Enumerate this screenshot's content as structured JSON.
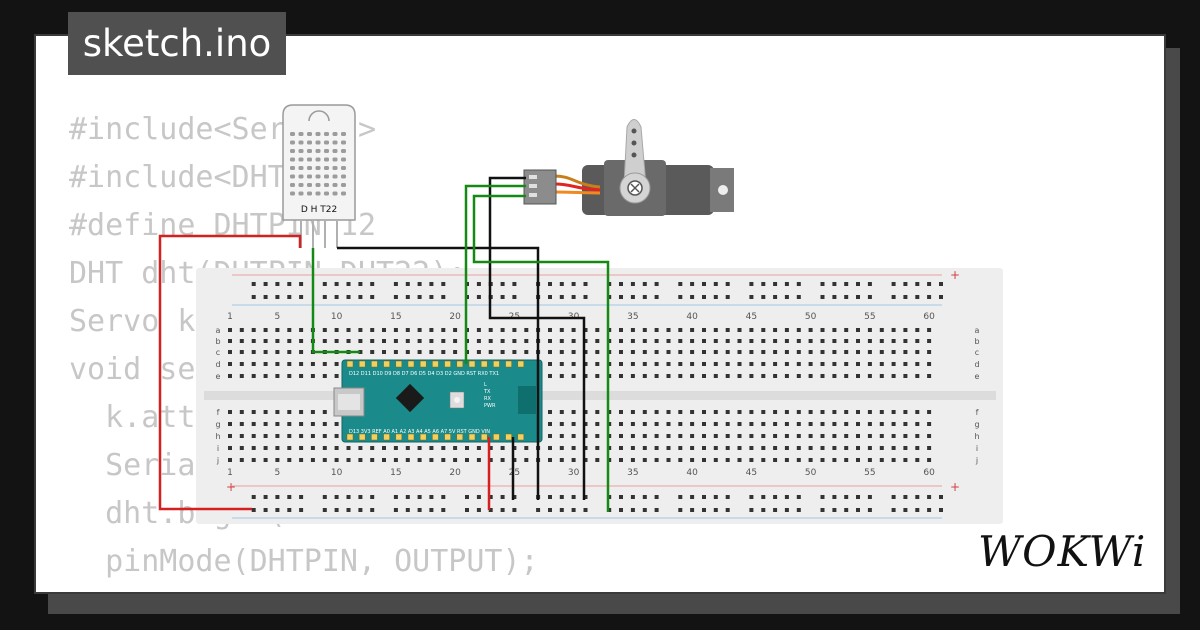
{
  "file_tab": {
    "title": "sketch.ino"
  },
  "code_lines": [
    "#include<Servo.h>",
    "#include<DHT.h>",
    "#define DHTPIN 12",
    "DHT dht(DHTPIN,DHT22);",
    "Servo k;",
    "void setup() {",
    "  k.attach(",
    "  Serial.",
    "  dht.begin(",
    "  pinMode(DHTPIN, OUTPUT);"
  ],
  "sensor": {
    "label": "D H T22"
  },
  "breadboard": {
    "column_numbers": [
      "1",
      "5",
      "10",
      "15",
      "20",
      "25",
      "30",
      "35",
      "40",
      "45",
      "50",
      "55",
      "60"
    ],
    "top_rows": [
      "a",
      "b",
      "c",
      "d",
      "e"
    ],
    "bottom_rows": [
      "f",
      "g",
      "h",
      "i",
      "j"
    ],
    "plus_sign": "+"
  },
  "arduino": {
    "pin_labels_top": "D12 D11 D10 D9 D8 D7 D6 D5 D4 D3 D2 GND RST RX0 TX1",
    "pin_labels_bottom": "D13 3V3 REF A0 A1 A2 A3 A4 A5 A6 A7 5V RST GND VIN",
    "led_labels": [
      "L",
      "TX",
      "RX",
      "PWR"
    ]
  },
  "wire_colors": {
    "power": "#d42020",
    "ground": "#111111",
    "signal": "#148a14"
  },
  "brand": {
    "logo_text": "WOKWi"
  }
}
